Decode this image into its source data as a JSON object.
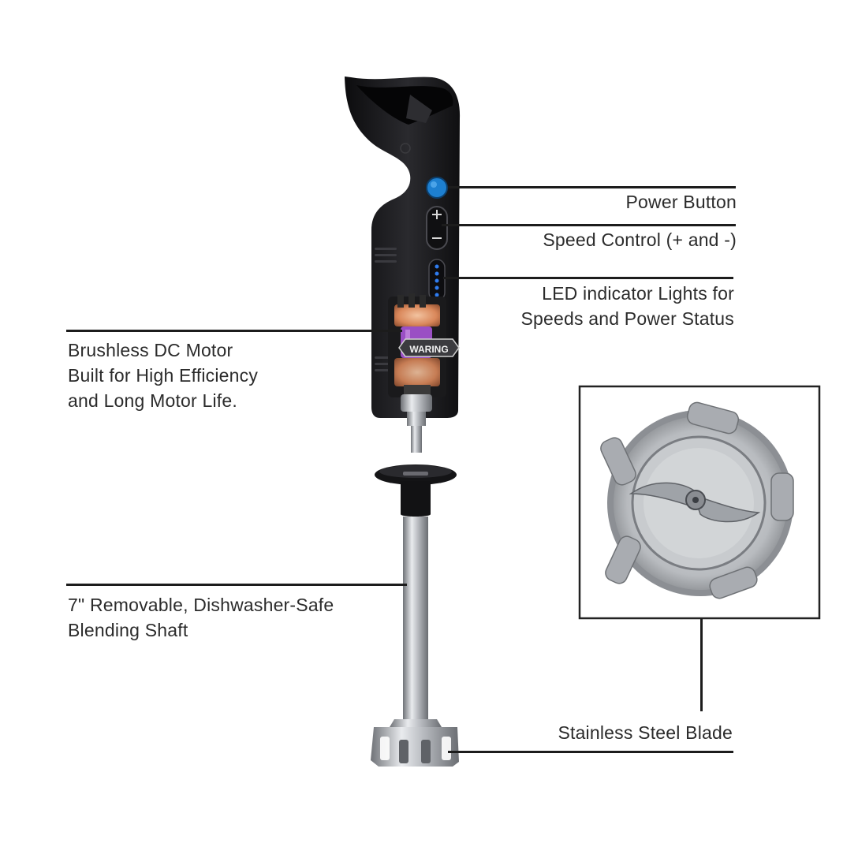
{
  "callouts": {
    "power_button": "Power Button",
    "speed_control": "Speed Control (+ and -)",
    "led_indicator": "LED indicator Lights for\nSpeeds and Power Status",
    "motor": "Brushless DC Motor\nBuilt for High Efficiency\nand Long Motor Life.",
    "shaft": "7\" Removable, Dishwasher-Safe\nBlending Shaft",
    "blade": "Stainless Steel Blade"
  },
  "product": {
    "brand_mark": "WARING",
    "speed_plus_symbol": "+",
    "speed_minus_symbol": "−",
    "led_count": 5
  },
  "colors": {
    "handle": "#1b1b1d",
    "power_button": "#1d7fd0",
    "led": "#2f7cf0",
    "steel": "#b9bcc0",
    "motor_copper": "#d9875a",
    "motor_purple": "#9a4fc4"
  }
}
